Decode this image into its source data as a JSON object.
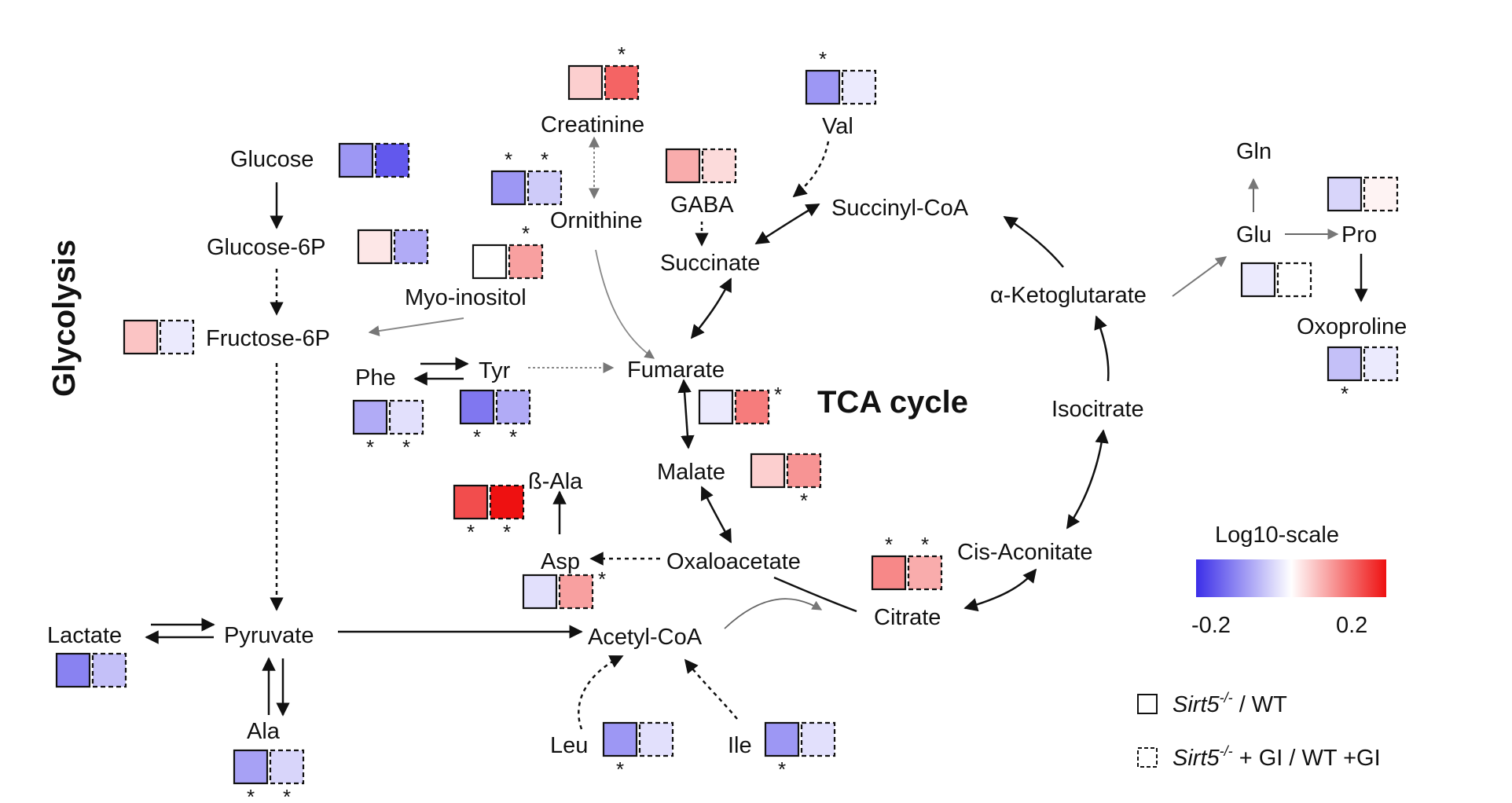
{
  "title_tca": "TCA cycle",
  "title_glycolysis": "Glycolysis",
  "metabolites": {
    "glucose": "Glucose",
    "glucose6p": "Glucose-6P",
    "fructose6p": "Fructose-6P",
    "pyruvate": "Pyruvate",
    "lactate": "Lactate",
    "ala": "Ala",
    "myoinositol": "Myo-inositol",
    "creatinine": "Creatinine",
    "ornithine": "Ornithine",
    "gaba": "GABA",
    "succinate": "Succinate",
    "val": "Val",
    "succinylcoa": "Succinyl-CoA",
    "phe": "Phe",
    "tyr": "Tyr",
    "fumarate": "Fumarate",
    "malate": "Malate",
    "bala": "ß-Ala",
    "asp": "Asp",
    "oxaloacetate": "Oxaloacetate",
    "acetylcoa": "Acetyl-CoA",
    "leu": "Leu",
    "ile": "Ile",
    "citrate": "Citrate",
    "cisaconitate": "Cis-Aconitate",
    "isocitrate": "Isocitrate",
    "akg": "α-Ketoglutarate",
    "gln": "Gln",
    "glu": "Glu",
    "pro": "Pro",
    "oxoproline": "Oxoproline"
  },
  "star_symbol": "*",
  "legend": {
    "scale_title": "Log10-scale",
    "scale_min": "-0.2",
    "scale_max": "0.2",
    "color_low": "#3b2ee8",
    "color_mid": "#ffffff",
    "color_high": "#ee1111",
    "solid_label_gene": "Sirt5",
    "solid_label_sup": "-/-",
    "solid_label_rest": " / WT",
    "dashed_label_gene": "Sirt5",
    "dashed_label_sup": "-/-",
    "dashed_label_rest": " + GI / WT +GI"
  },
  "chart_data": {
    "type": "heatmap",
    "value_range": [
      -0.2,
      0.2
    ],
    "columns": [
      "Sirt5-/- / WT",
      "Sirt5-/- + GI / WT +GI"
    ],
    "rows": [
      {
        "metabolite": "Glucose",
        "values": [
          -0.1,
          -0.16
        ],
        "significant": [
          false,
          false
        ]
      },
      {
        "metabolite": "Glucose-6P",
        "values": [
          0.02,
          -0.08
        ],
        "significant": [
          false,
          false
        ]
      },
      {
        "metabolite": "Fructose-6P",
        "values": [
          0.05,
          -0.02
        ],
        "significant": [
          false,
          false
        ]
      },
      {
        "metabolite": "Myo-inositol",
        "values": [
          0.0,
          0.08
        ],
        "significant": [
          false,
          true
        ]
      },
      {
        "metabolite": "Creatinine",
        "values": [
          0.04,
          0.13
        ],
        "significant": [
          false,
          true
        ]
      },
      {
        "metabolite": "Ornithine",
        "values": [
          -0.1,
          -0.05
        ],
        "significant": [
          true,
          true
        ]
      },
      {
        "metabolite": "GABA",
        "values": [
          0.07,
          0.03
        ],
        "significant": [
          false,
          false
        ]
      },
      {
        "metabolite": "Val",
        "values": [
          -0.1,
          -0.02
        ],
        "significant": [
          true,
          false
        ]
      },
      {
        "metabolite": "Phe",
        "values": [
          -0.08,
          -0.03
        ],
        "significant": [
          true,
          true
        ]
      },
      {
        "metabolite": "Tyr",
        "values": [
          -0.13,
          -0.08
        ],
        "significant": [
          true,
          true
        ]
      },
      {
        "metabolite": "Fumarate",
        "values": [
          -0.02,
          0.11
        ],
        "significant": [
          false,
          true
        ]
      },
      {
        "metabolite": "Malate",
        "values": [
          0.04,
          0.09
        ],
        "significant": [
          false,
          true
        ]
      },
      {
        "metabolite": "ß-Ala",
        "values": [
          0.15,
          0.2
        ],
        "significant": [
          true,
          true
        ]
      },
      {
        "metabolite": "Asp",
        "values": [
          -0.03,
          0.08
        ],
        "significant": [
          false,
          true
        ]
      },
      {
        "metabolite": "Citrate",
        "values": [
          0.1,
          0.07
        ],
        "significant": [
          true,
          true
        ]
      },
      {
        "metabolite": "Lactate",
        "values": [
          -0.12,
          -0.06
        ],
        "significant": [
          false,
          false
        ]
      },
      {
        "metabolite": "Ala",
        "values": [
          -0.09,
          -0.04
        ],
        "significant": [
          true,
          true
        ]
      },
      {
        "metabolite": "Leu",
        "values": [
          -0.1,
          -0.03
        ],
        "significant": [
          true,
          false
        ]
      },
      {
        "metabolite": "Ile",
        "values": [
          -0.1,
          -0.03
        ],
        "significant": [
          true,
          false
        ]
      },
      {
        "metabolite": "Glu",
        "values": [
          -0.02,
          0.0
        ],
        "significant": [
          false,
          false
        ]
      },
      {
        "metabolite": "Pro",
        "values": [
          -0.04,
          0.01
        ],
        "significant": [
          false,
          false
        ]
      },
      {
        "metabolite": "Oxoproline",
        "values": [
          -0.06,
          -0.02
        ],
        "significant": [
          true,
          false
        ]
      }
    ]
  }
}
